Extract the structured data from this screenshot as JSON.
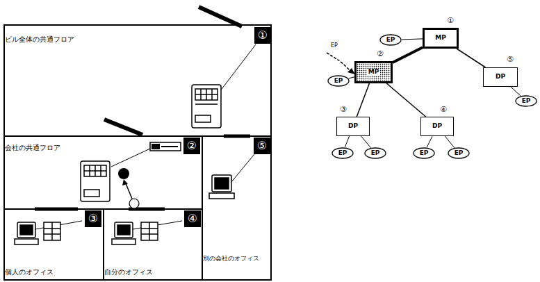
{
  "diagram": {
    "nodes": [
      {
        "text": [
          "ビル全体の共通フロア"
        ]
      },
      {
        "text": [
          "会社の共通フロア"
        ]
      },
      {
        "text": [
          "個人のオフィス"
        ]
      },
      {
        "text": [
          "自分のオフィス"
        ]
      },
      {
        "text": [
          "別の会社のオフィス"
        ]
      },
      {
        "text": [
          "MP"
        ]
      },
      {
        "text": [
          "MP"
        ]
      },
      {
        "text": [
          "DP"
        ]
      },
      {
        "text": [
          "DP"
        ]
      },
      {
        "text": [
          "DP"
        ]
      },
      {
        "text": [
          "EP"
        ]
      },
      {
        "text": [
          "EP"
        ]
      },
      {
        "text": [
          "EP"
        ]
      },
      {
        "text": [
          "EP"
        ]
      },
      {
        "text": [
          "EP"
        ]
      },
      {
        "text": [
          "EP"
        ]
      },
      {
        "text": [
          "EP"
        ]
      }
    ],
    "edges": [
      {
        "from": 5,
        "to": 6,
        "arrow": "none"
      },
      {
        "from": 5,
        "to": 7,
        "arrow": "none"
      },
      {
        "from": 6,
        "to": 8,
        "arrow": "none"
      },
      {
        "from": 6,
        "to": 9,
        "arrow": "none"
      },
      {
        "from": 10,
        "to": 5,
        "arrow": "none"
      },
      {
        "from": 11,
        "to": 6,
        "arrow": "none"
      },
      {
        "from": 12,
        "to": 7,
        "arrow": "none"
      },
      {
        "from": 13,
        "to": 8,
        "arrow": "none"
      },
      {
        "from": 14,
        "to": 8,
        "arrow": "none"
      },
      {
        "from": 15,
        "to": 9,
        "arrow": "none"
      },
      {
        "from": 16,
        "to": 9,
        "arrow": "none"
      }
    ],
    "labels": [
      "①",
      "②",
      "⑤",
      "③",
      "④",
      "①",
      "②",
      "⑤",
      "③",
      "④",
      "EP"
    ]
  }
}
